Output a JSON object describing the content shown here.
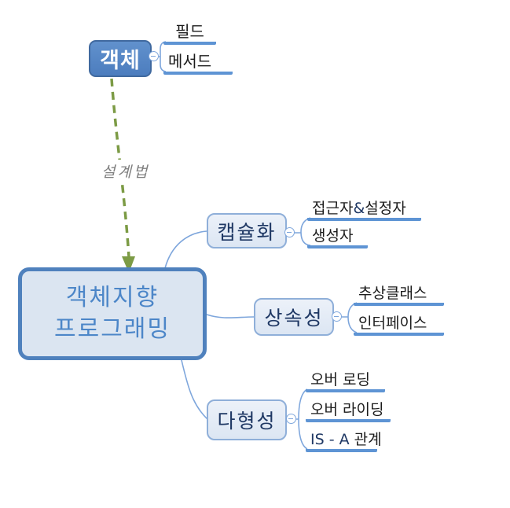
{
  "root": {
    "label": "객체"
  },
  "root_children": [
    {
      "label": "필드"
    },
    {
      "label": "메서드"
    }
  ],
  "arrow_label": "설계법",
  "main": {
    "line1": "객체지향",
    "line2": "프로그래밍"
  },
  "branches": [
    {
      "label": "캡슐화",
      "children": [
        {
          "part1": "접근자",
          "part2": "&",
          "part3": "설정자"
        },
        {
          "label": "생성자"
        }
      ]
    },
    {
      "label": "상속성",
      "children": [
        {
          "label": "추상클래스"
        },
        {
          "label": "인터페이스"
        }
      ]
    },
    {
      "label": "다형성",
      "children": [
        {
          "label": "오버 로딩"
        },
        {
          "label": "오버 라이딩"
        },
        {
          "part1": "IS - A",
          "part2": " 관계"
        }
      ]
    }
  ],
  "colors": {
    "root_fill": "#5586C6",
    "root_border": "#40699F",
    "main_border": "#4F81BD",
    "main_fill": "#DBE5F1",
    "main_text": "#4C86C8",
    "branch_border": "#8FAFD9",
    "branch_fill": "#E4ECF6",
    "branch_text": "#1F3864",
    "leaf_line": "#5E94D4",
    "leaf_text": "#1B1B1B",
    "edge_blue": "#7EA6DC",
    "arrow_green": "#7C9B45",
    "label_gray": "#7F7F7F"
  }
}
